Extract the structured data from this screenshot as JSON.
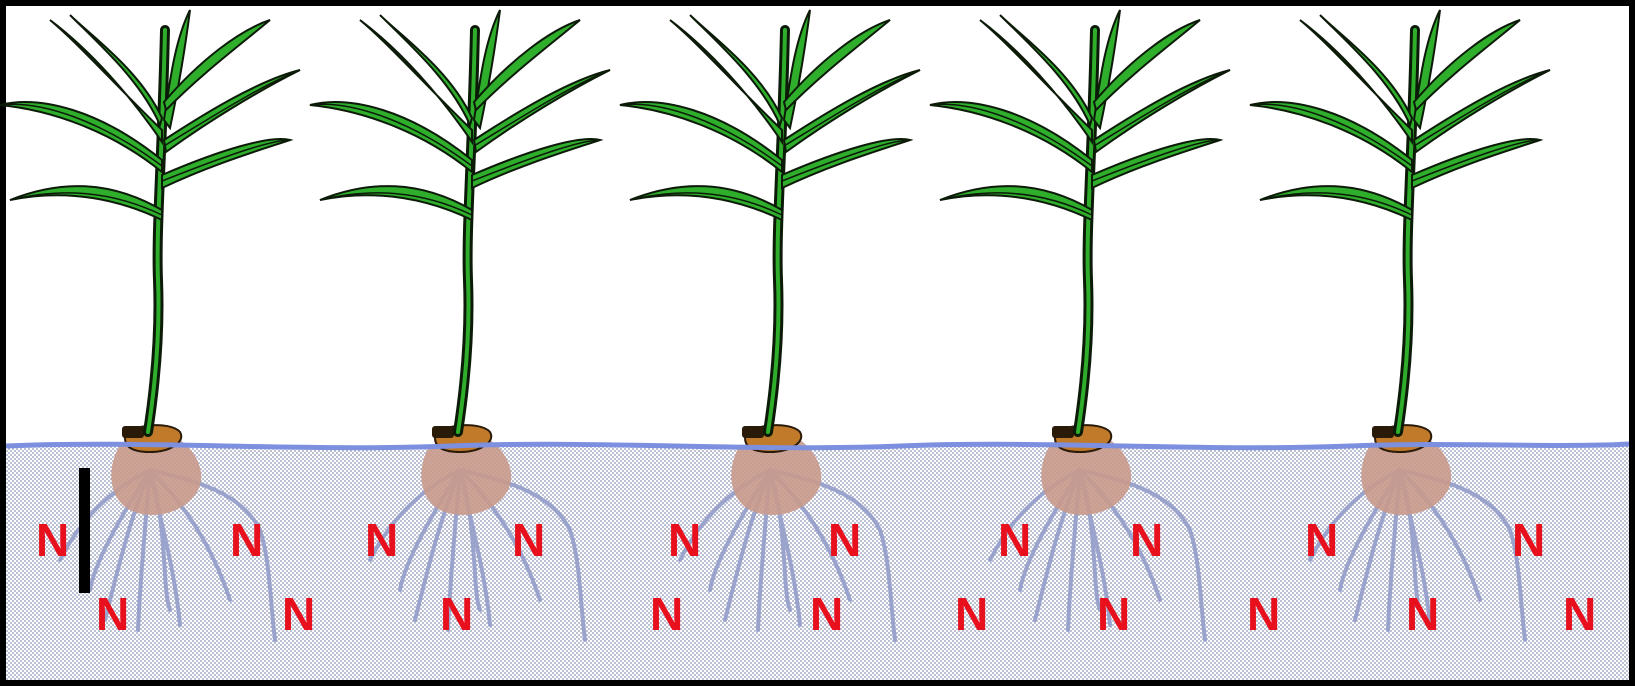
{
  "diagram": {
    "label_text": "N",
    "plant_count": 5,
    "nutrient_labels_count": 20,
    "colors": {
      "frame": "#000000",
      "sky": "#ffffff",
      "soil_dots": "#8d93b8",
      "soil_surface": "#7d90e0",
      "leaf_dark": "#0c1a08",
      "leaf_green": "#2fae2c",
      "stem": "#1e6b18",
      "root_ball": "#c99a8c",
      "seed": "#c07a2a",
      "roots": "#9aa3cc",
      "nutrient_label": "#e8101c"
    },
    "icons": [
      "plant-icon",
      "root-system-icon",
      "probe-bar-icon"
    ]
  }
}
